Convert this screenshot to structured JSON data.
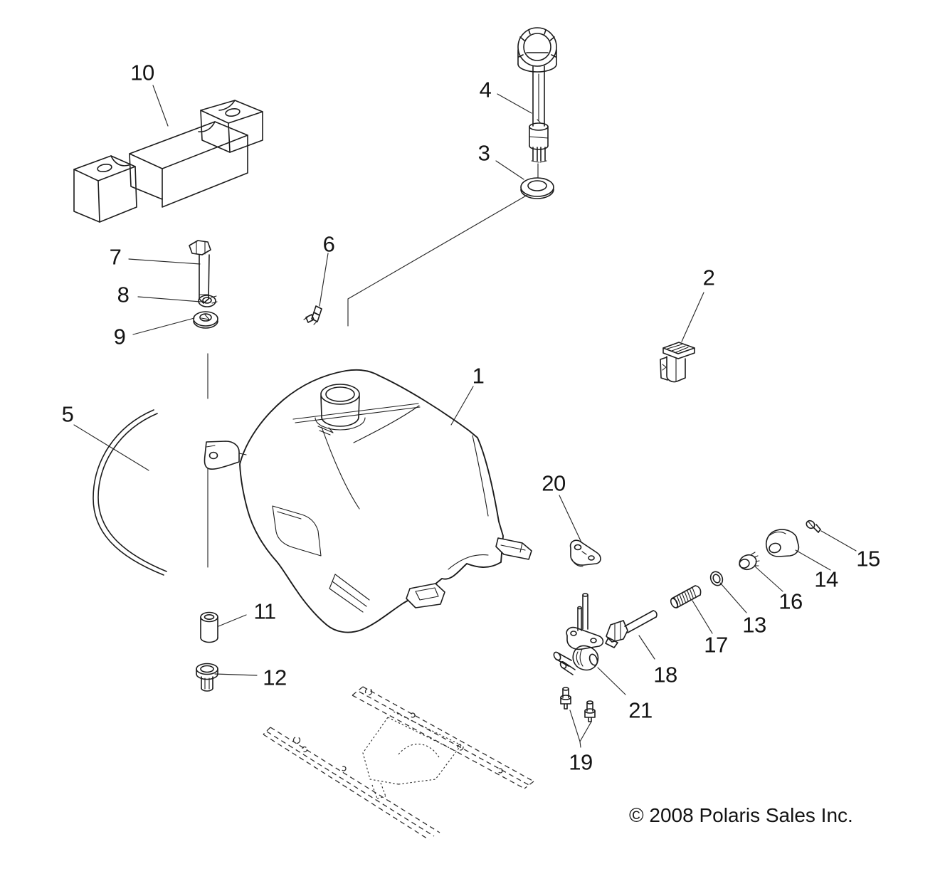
{
  "callouts": [
    {
      "label": "1"
    },
    {
      "label": "2"
    },
    {
      "label": "3"
    },
    {
      "label": "4"
    },
    {
      "label": "5"
    },
    {
      "label": "6"
    },
    {
      "label": "7"
    },
    {
      "label": "8"
    },
    {
      "label": "9"
    },
    {
      "label": "10"
    },
    {
      "label": "11"
    },
    {
      "label": "12"
    },
    {
      "label": "13"
    },
    {
      "label": "14"
    },
    {
      "label": "15"
    },
    {
      "label": "16"
    },
    {
      "label": "17"
    },
    {
      "label": "18"
    },
    {
      "label": "19"
    },
    {
      "label": "20"
    },
    {
      "label": "21"
    }
  ],
  "footer": {
    "copyright": "© 2008 Polaris Sales Inc."
  }
}
